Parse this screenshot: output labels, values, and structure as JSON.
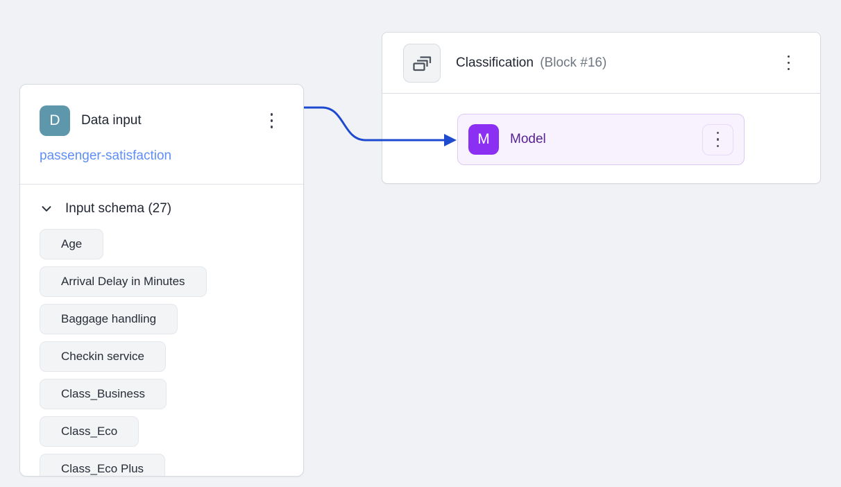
{
  "canvas": {
    "background_color": "#f0f2f5"
  },
  "edge": {
    "color": "#1d4acf",
    "from": "data-input-node",
    "to": "model-node"
  },
  "data_input": {
    "title": "Data input",
    "avatar_letter": "D",
    "avatar_color": "#5e96ac",
    "dataset_link": "passenger-satisfaction",
    "link_color": "#5f8ef8",
    "schema_section_label": "Input schema (27)",
    "schema_field_count": 27,
    "schema_fields": [
      "Age",
      "Arrival Delay in Minutes",
      "Baggage handling",
      "Checkin service",
      "Class_Business",
      "Class_Eco",
      "Class_Eco Plus"
    ],
    "icons": {
      "menu": "kebab-menu-icon",
      "collapse": "chevron-down-icon"
    }
  },
  "classification": {
    "title": "Classification",
    "block_badge": "(Block #16)",
    "header_icon": "stacked-blocks-icon",
    "menu_icon": "kebab-menu-icon",
    "model": {
      "label": "Model",
      "avatar_letter": "M",
      "avatar_color": "#8b30f2",
      "label_color": "#571f96",
      "menu_icon": "kebab-menu-icon"
    }
  }
}
